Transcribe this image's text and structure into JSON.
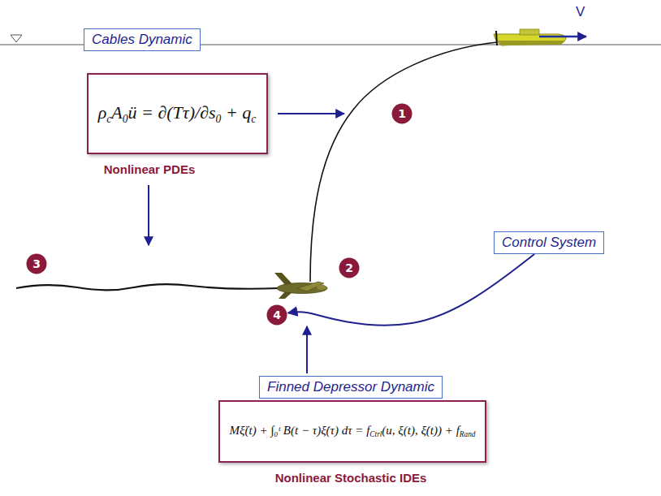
{
  "diagram": {
    "nodes": [
      {
        "text": [
          "Cables Dynamic"
        ]
      },
      {
        "text": [
          "ρcA0ü = ∂(Tτ)/∂s0 + qc",
          "Nonlinear PDEs"
        ]
      },
      {
        "text": [
          "1"
        ]
      },
      {
        "text": [
          "Control System"
        ]
      },
      {
        "text": [
          "3"
        ]
      },
      {
        "text": [
          "2"
        ]
      },
      {
        "text": [
          "4"
        ]
      },
      {
        "text": [
          "Finned Depressor Dynamic"
        ]
      },
      {
        "text": [
          "Mξ̈(t) + ∫₀ᵗ B(t − τ)ξ̇(τ) dτ = fCtrl(u, ξ(t), ξ̇(t)) + fRand",
          "Nonlinear Stochastic IDEs"
        ]
      }
    ],
    "edges": [
      {
        "from": 3,
        "to": 6,
        "arrow": "to"
      }
    ],
    "labels": [
      "V"
    ]
  }
}
